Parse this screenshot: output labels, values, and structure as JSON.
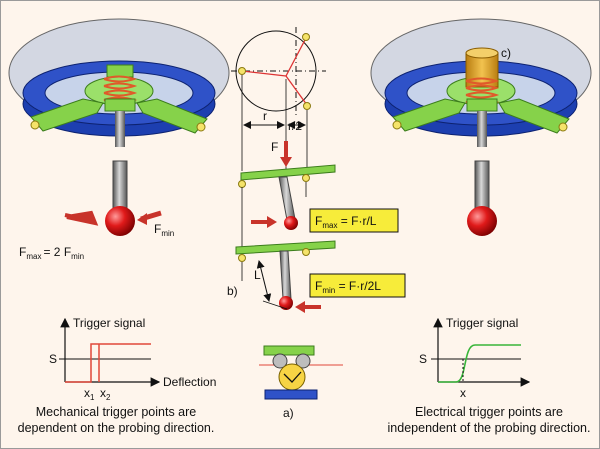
{
  "labels": {
    "fmax_prefix": "F",
    "fmax_sub": "max",
    "fmax_eq": "= 2 F",
    "fmin_sub_left": "min",
    "fmin_side_prefix": "F",
    "fmin_side_sub": "min",
    "r": "r",
    "r_half": "r/2",
    "force": "F",
    "length": "L",
    "b": "b)",
    "c": "c)",
    "a": "a)",
    "eq1_prefix": "F",
    "eq1_sub": "max",
    "eq1_rest": " = F·r/L",
    "eq2_prefix": "F",
    "eq2_sub": "min",
    "eq2_rest": " = F·r/2L"
  },
  "left_plot": {
    "ylabel": "Trigger signal",
    "xlabel": "Deflection",
    "s": "S",
    "x1": "x",
    "x1_sub": "1",
    "x2": "x",
    "x2_sub": "2"
  },
  "right_plot": {
    "ylabel": "Trigger signal",
    "s": "S",
    "x": "x"
  },
  "captions": {
    "left_line1": "Mechanical trigger points are",
    "left_line2": "dependent on the probing direction.",
    "right_line1": "Electrical trigger points are",
    "right_line2": "independent of the probing direction."
  },
  "colors": {
    "background": "#fef5ec",
    "blue": "#2f52c8",
    "green": "#86d24a",
    "red": "#e0483a",
    "yellow_box": "#f7ec3a",
    "spring": "#e05a2a",
    "gold": "#d7a12c"
  }
}
